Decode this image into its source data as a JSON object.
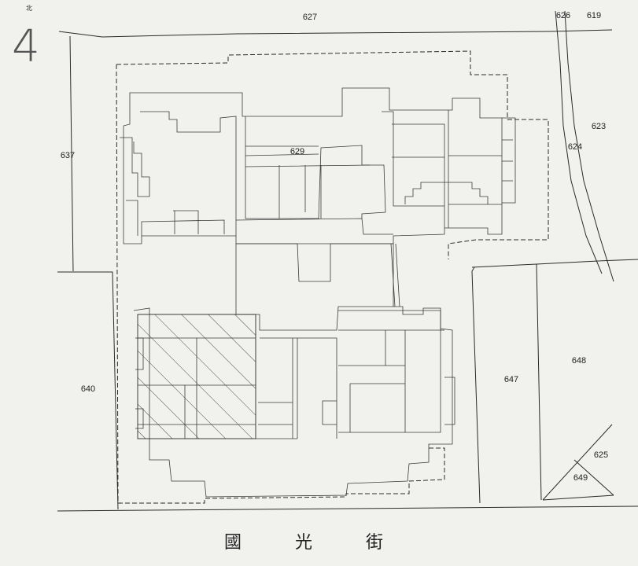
{
  "north": {
    "char": "北",
    "glyph": "4"
  },
  "street": {
    "chars": [
      "國",
      "光",
      "街"
    ]
  },
  "lots": {
    "l627": "627",
    "l626": "626",
    "l619": "619",
    "l637": "637",
    "l629": "629",
    "l623": "623",
    "l624": "624",
    "l640": "640",
    "l647": "647",
    "l648": "648",
    "l625": "625",
    "l649": "649"
  }
}
